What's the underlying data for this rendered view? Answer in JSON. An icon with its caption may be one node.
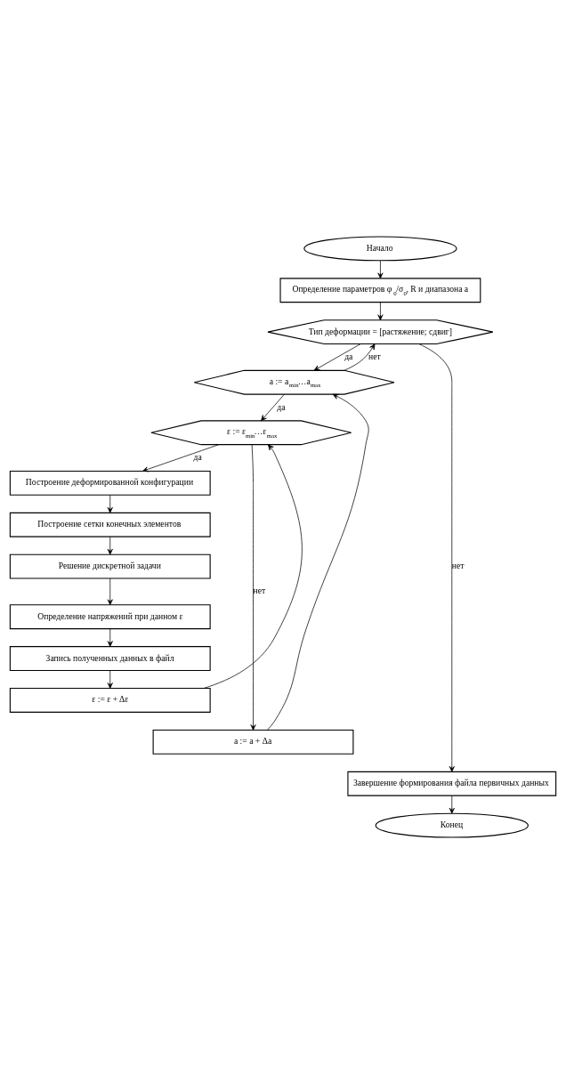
{
  "diagram": {
    "nodes": [
      {
        "text": [
          "Начало"
        ]
      },
      {
        "text": [
          "Определение параметров φ$_{0}$/σ$_{0}$, R и диапазона a"
        ]
      },
      {
        "text": [
          "Тип деформации = [растяжение; сдвиг]"
        ]
      },
      {
        "text": [
          "a := a$_{min}$…a$_{max}$"
        ]
      },
      {
        "text": [
          "ε := ε$_{min}$…ε$_{max}$"
        ]
      },
      {
        "text": [
          "Построение деформированной конфигурации"
        ]
      },
      {
        "text": [
          "Построение сетки конечных элементов"
        ]
      },
      {
        "text": [
          "Решение дискретной задачи"
        ]
      },
      {
        "text": [
          "Определение напряжений при данном ε"
        ]
      },
      {
        "text": [
          "Запись полученных данных в файл"
        ]
      },
      {
        "text": [
          "ε := ε + Δε"
        ]
      },
      {
        "text": [
          "a := a + Δa"
        ]
      },
      {
        "text": [
          "Завершение формирования файла первичных данных"
        ]
      },
      {
        "text": [
          "Конец"
        ]
      }
    ],
    "edges": [
      {
        "from": 0,
        "to": 1,
        "arrow": "to"
      },
      {
        "from": 1,
        "to": 2,
        "arrow": "to"
      },
      {
        "from": 2,
        "to": 3,
        "arrow": "to",
        "label": "да"
      },
      {
        "from": 3,
        "to": 4,
        "arrow": "to",
        "label": "да"
      },
      {
        "from": 4,
        "to": 5,
        "arrow": "to",
        "label": "да"
      },
      {
        "from": 5,
        "to": 6,
        "arrow": "to"
      },
      {
        "from": 6,
        "to": 7,
        "arrow": "to"
      },
      {
        "from": 7,
        "to": 8,
        "arrow": "to"
      },
      {
        "from": 8,
        "to": 9,
        "arrow": "to"
      },
      {
        "from": 9,
        "to": 10,
        "arrow": "to"
      },
      {
        "from": 10,
        "to": 4,
        "arrow": "to"
      },
      {
        "from": 4,
        "to": 11,
        "arrow": "to",
        "label": "нет"
      },
      {
        "from": 11,
        "to": 3,
        "arrow": "to"
      },
      {
        "from": 3,
        "to": 2,
        "arrow": "to",
        "label": "нет"
      },
      {
        "from": 2,
        "to": 12,
        "arrow": "to",
        "label": "нет"
      },
      {
        "from": 12,
        "to": 13,
        "arrow": "to"
      }
    ]
  }
}
